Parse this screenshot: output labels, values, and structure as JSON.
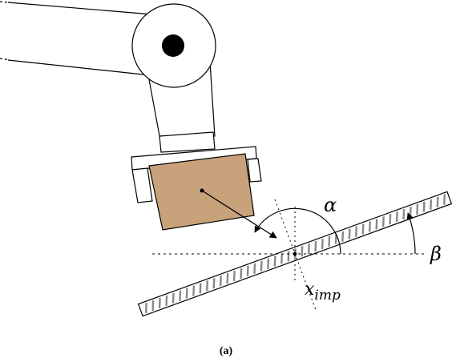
{
  "labels": {
    "alpha": "α",
    "beta": "β",
    "x_imp_base": "x",
    "x_imp_sub": "imp",
    "caption": "(a)"
  },
  "colors": {
    "object_fill": "#c8a27a",
    "line": "#000000",
    "hatch": "#888888",
    "background": "#ffffff"
  }
}
